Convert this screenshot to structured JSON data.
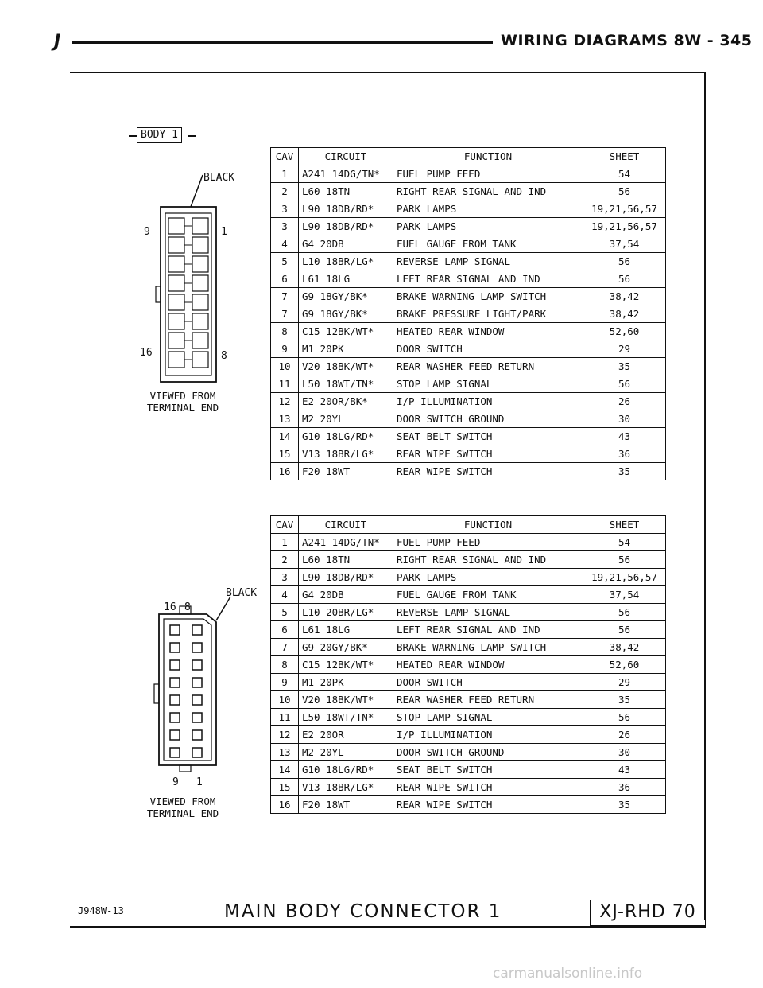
{
  "header": {
    "logo": "J",
    "title": "WIRING DIAGRAMS    8W - 345"
  },
  "connector_1": {
    "tag": "BODY 1",
    "color_label": "BLACK",
    "pin_left": "9",
    "pin_right": "1",
    "pin_bottom_left": "16",
    "pin_bottom_right": "8",
    "view_line1": "VIEWED FROM",
    "view_line2": "TERMINAL END"
  },
  "connector_2": {
    "color_label": "BLACK",
    "pin_top_left": "16",
    "pin_top_right": "8",
    "pin_bottom_left": "9",
    "pin_bottom_right": "1",
    "view_line1": "VIEWED FROM",
    "view_line2": "TERMINAL END"
  },
  "table1": {
    "headers": [
      "CAV",
      "CIRCUIT",
      "FUNCTION",
      "SHEET"
    ],
    "rows": [
      [
        "1",
        "A241 14DG/TN*",
        "FUEL PUMP FEED",
        "54"
      ],
      [
        "2",
        "L60 18TN",
        "RIGHT REAR SIGNAL AND IND",
        "56"
      ],
      [
        "3",
        "L90 18DB/RD*",
        "PARK LAMPS",
        "19,21,56,57"
      ],
      [
        "3",
        "L90 18DB/RD*",
        "PARK LAMPS",
        "19,21,56,57"
      ],
      [
        "4",
        "G4 20DB",
        "FUEL GAUGE FROM TANK",
        "37,54"
      ],
      [
        "5",
        "L10 18BR/LG*",
        "REVERSE LAMP SIGNAL",
        "56"
      ],
      [
        "6",
        "L61 18LG",
        "LEFT REAR SIGNAL AND IND",
        "56"
      ],
      [
        "7",
        "G9 18GY/BK*",
        "BRAKE WARNING LAMP SWITCH",
        "38,42"
      ],
      [
        "7",
        "G9 18GY/BK*",
        "BRAKE PRESSURE LIGHT/PARK",
        "38,42"
      ],
      [
        "8",
        "C15 12BK/WT*",
        "HEATED REAR WINDOW",
        "52,60"
      ],
      [
        "9",
        "M1 20PK",
        "DOOR SWITCH",
        "29"
      ],
      [
        "10",
        "V20 18BK/WT*",
        "REAR WASHER FEED RETURN",
        "35"
      ],
      [
        "11",
        "L50 18WT/TN*",
        "STOP LAMP SIGNAL",
        "56"
      ],
      [
        "12",
        "E2 20OR/BK*",
        "I/P ILLUMINATION",
        "26"
      ],
      [
        "13",
        "M2 20YL",
        "DOOR SWITCH GROUND",
        "30"
      ],
      [
        "14",
        "G10 18LG/RD*",
        "SEAT BELT SWITCH",
        "43"
      ],
      [
        "15",
        "V13 18BR/LG*",
        "REAR WIPE SWITCH",
        "36"
      ],
      [
        "16",
        "F20 18WT",
        "REAR WIPE SWITCH",
        "35"
      ]
    ]
  },
  "table2": {
    "headers": [
      "CAV",
      "CIRCUIT",
      "FUNCTION",
      "SHEET"
    ],
    "rows": [
      [
        "1",
        "A241 14DG/TN*",
        "FUEL PUMP FEED",
        "54"
      ],
      [
        "2",
        "L60 18TN",
        "RIGHT REAR SIGNAL AND IND",
        "56"
      ],
      [
        "3",
        "L90 18DB/RD*",
        "PARK LAMPS",
        "19,21,56,57"
      ],
      [
        "4",
        "G4 20DB",
        "FUEL GAUGE FROM TANK",
        "37,54"
      ],
      [
        "5",
        "L10 20BR/LG*",
        "REVERSE LAMP SIGNAL",
        "56"
      ],
      [
        "6",
        "L61 18LG",
        "LEFT REAR SIGNAL AND IND",
        "56"
      ],
      [
        "7",
        "G9 20GY/BK*",
        "BRAKE WARNING LAMP SWITCH",
        "38,42"
      ],
      [
        "8",
        "C15 12BK/WT*",
        "HEATED REAR WINDOW",
        "52,60"
      ],
      [
        "9",
        "M1 20PK",
        "DOOR SWITCH",
        "29"
      ],
      [
        "10",
        "V20 18BK/WT*",
        "REAR WASHER FEED RETURN",
        "35"
      ],
      [
        "11",
        "L50 18WT/TN*",
        "STOP LAMP SIGNAL",
        "56"
      ],
      [
        "12",
        "E2 20OR",
        "I/P ILLUMINATION",
        "26"
      ],
      [
        "13",
        "M2 20YL",
        "DOOR SWITCH GROUND",
        "30"
      ],
      [
        "14",
        "G10 18LG/RD*",
        "SEAT BELT SWITCH",
        "43"
      ],
      [
        "15",
        "V13 18BR/LG*",
        "REAR WIPE SWITCH",
        "36"
      ],
      [
        "16",
        "F20 18WT",
        "REAR WIPE SWITCH",
        "35"
      ]
    ]
  },
  "footer": {
    "code": "J948W-13",
    "title": "MAIN BODY CONNECTOR 1",
    "box": "XJ-RHD 70"
  },
  "watermark": "carmanualsonline.info"
}
